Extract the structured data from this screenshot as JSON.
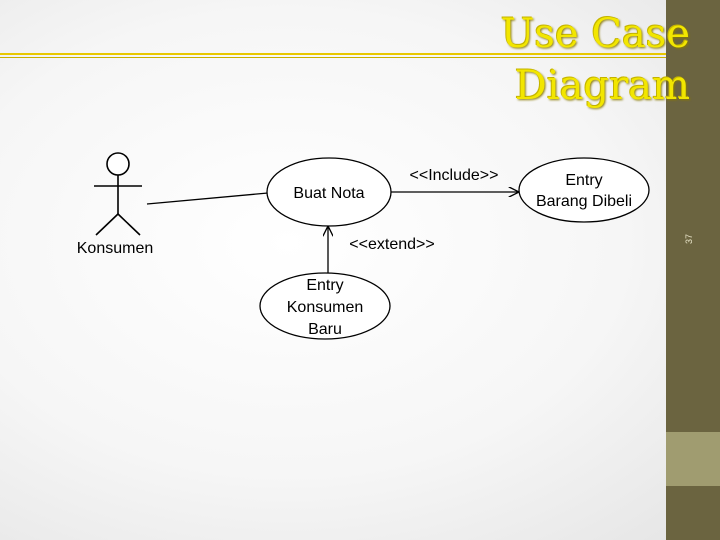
{
  "slide": {
    "title_line1": "Use Case",
    "title_line2": "Diagram",
    "number": "37"
  },
  "diagram": {
    "actor": "Konsumen",
    "use_cases": {
      "buat_nota": "Buat Nota",
      "entry_barang_line1": "Entry",
      "entry_barang_line2": "Barang Dibeli",
      "entry_konsumen_line1": "Entry",
      "entry_konsumen_line2": "Konsumen",
      "entry_konsumen_line3": "Baru"
    },
    "relations": {
      "include": "<<Include>>",
      "extend": "<<extend>>"
    }
  }
}
